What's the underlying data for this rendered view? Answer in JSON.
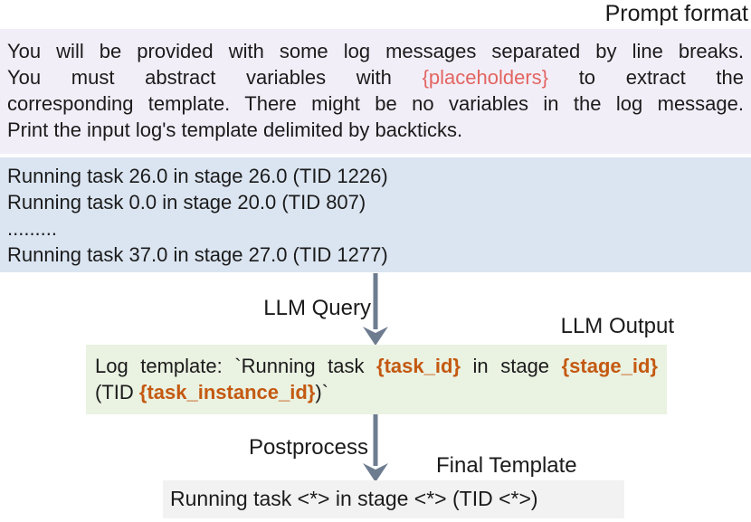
{
  "labels": {
    "prompt_format": "Prompt format",
    "llm_query": "LLM Query",
    "llm_output": "LLM Output",
    "postprocess": "Postprocess",
    "final_template": "Final Template"
  },
  "prompt_box": {
    "line1": "You will be provided with some log messages separated by line breaks.",
    "line2": {
      "pre": "You must abstract variables with",
      "highlight": "{placeholders}",
      "post": "to extract the"
    },
    "line3": "corresponding template. There might be no variables in the log message.",
    "line4": "Print the input log's template delimited by backticks."
  },
  "log_box": {
    "lines": [
      "Running task 26.0 in stage 26.0 (TID 1226)",
      "Running task 0.0 in stage 20.0 (TID 807)",
      ".........",
      "Running task 37.0 in stage 27.0 (TID 1277)"
    ]
  },
  "output_box": {
    "line1": {
      "pre": "Log template: `Running task",
      "placeholder1": "{task_id}",
      "mid": "in stage",
      "placeholder2": "{stage_id}"
    },
    "line2": {
      "pre": "(TID",
      "placeholder3": "{task_instance_id}",
      "post": ")`"
    }
  },
  "final_box": {
    "text": "Running task <*> in stage <*> (TID <*>)"
  },
  "colors": {
    "prompt_box_bg": "#f2eef8",
    "log_box_bg": "#dbe5f1",
    "output_box_bg": "#eaf2e2",
    "final_box_bg": "#f3f2f2",
    "placeholder_red": "#e26560",
    "placeholder_orange": "#c45911",
    "arrow": "#6e7c90",
    "text": "#1b1b1b"
  }
}
